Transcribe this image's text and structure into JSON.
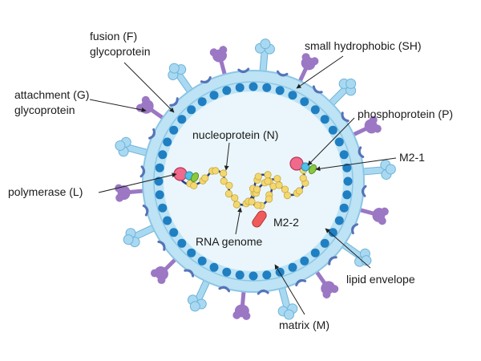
{
  "labels": {
    "fusion_line1": "fusion (F)",
    "fusion_line2": "glycoprotein",
    "attachment_line1": "attachment (G)",
    "attachment_line2": "glycoprotein",
    "polymerase": "polymerase (L)",
    "small_hydrophobic": "small hydrophobic (SH)",
    "phosphoprotein": "phosphoprotein (P)",
    "m2_1": "M2-1",
    "nucleoprotein": "nucleoprotein (N)",
    "m2_2": "M2-2",
    "rna_genome": "RNA genome",
    "lipid_envelope": "lipid envelope",
    "matrix": "matrix (M)"
  },
  "colors": {
    "envelope": "#bde3f4",
    "envelope_stroke": "#8cc6e6",
    "interior": "#eaf6fb",
    "matrix_protein": "#1f7fc2",
    "fusion_protein": "#a9d9f1",
    "attachment_protein": "#9b77c4",
    "sh_protein": "#5673b8",
    "nucleoprotein": "#f3d872",
    "rna_strand": "#27408b",
    "polymerase": "#f06a8c",
    "phosphoprotein": "#4fc1e8",
    "m2_1": "#8ac83f",
    "m2_2": "#ef5b5b"
  }
}
